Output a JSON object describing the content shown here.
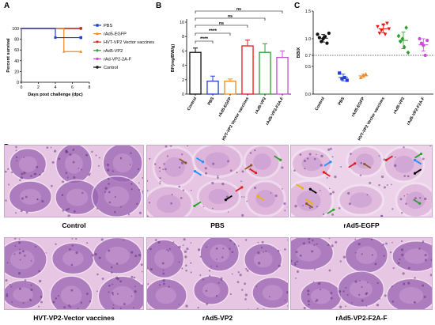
{
  "panels": {
    "a": "A",
    "b": "B",
    "c": "C",
    "d": "D"
  },
  "chart_data": [
    {
      "type": "line",
      "subtype": "kaplan-meier",
      "xlabel": "Days post challenge (dpc)",
      "ylabel": "Percent survival",
      "xlim": [
        0,
        8
      ],
      "ylim": [
        0,
        100
      ],
      "xticks": [
        "0",
        "2",
        "4",
        "6",
        "8"
      ],
      "yticks": [
        "0",
        "20",
        "40",
        "60",
        "80",
        "100"
      ],
      "legend_position": "right",
      "series": [
        {
          "name": "PBS",
          "color": "#1f3fd6",
          "x": [
            0,
            4,
            4,
            7
          ],
          "y": [
            100,
            100,
            83,
            83
          ],
          "end_marker": "square"
        },
        {
          "name": "rAd5-EGFP",
          "color": "#f08a24",
          "x": [
            0,
            5,
            5,
            7
          ],
          "y": [
            100,
            100,
            57,
            57
          ],
          "end_marker": "triangle"
        },
        {
          "name": "HVT-VP2 Vector vaccines",
          "color": "#e41a1c",
          "x": [
            0,
            7
          ],
          "y": [
            100,
            100
          ],
          "end_marker": "triangle-down"
        },
        {
          "name": "rAd5-VP2",
          "color": "#2ca02c",
          "x": [
            0,
            7
          ],
          "y": [
            100,
            100
          ],
          "end_marker": "diamond"
        },
        {
          "name": "rAd-VP2-2A-F",
          "color": "#c64fd6",
          "x": [
            0,
            7
          ],
          "y": [
            100,
            100
          ],
          "end_marker": "circle"
        },
        {
          "name": "Control",
          "color": "#111111",
          "x": [
            0,
            7
          ],
          "y": [
            100,
            100
          ],
          "end_marker": "circle"
        }
      ]
    },
    {
      "type": "bar",
      "ylabel": "BF(mg/BW/g)",
      "ylim": [
        0,
        10
      ],
      "yticks": [
        "0",
        "2",
        "4",
        "6",
        "8",
        "10"
      ],
      "categories": [
        "Control",
        "PBS",
        "rAd5-EGFP",
        "HVT-VP2 Vector vaccines",
        "rAd5-VP2",
        "rAd5-VP2-F2A-F"
      ],
      "values": [
        5.8,
        1.8,
        1.8,
        6.7,
        5.8,
        5.1
      ],
      "errors": [
        0.6,
        0.7,
        0.3,
        0.8,
        1.2,
        0.9
      ],
      "colors": [
        "#111111",
        "#1f3fd6",
        "#f08a24",
        "#e41a1c",
        "#2ca02c",
        "#c64fd6"
      ],
      "significance": [
        {
          "from": "Control",
          "to": "PBS",
          "label": "****"
        },
        {
          "from": "Control",
          "to": "rAd5-EGFP",
          "label": "****"
        },
        {
          "from": "Control",
          "to": "HVT-VP2 Vector vaccines",
          "label": "ns"
        },
        {
          "from": "Control",
          "to": "rAd5-VP2",
          "label": "ns"
        },
        {
          "from": "Control",
          "to": "rAd5-VP2-F2A-F",
          "label": "ns"
        }
      ]
    },
    {
      "type": "scatter",
      "ylabel": "BBIX",
      "ylim": [
        0,
        1.5
      ],
      "yticks": [
        "0.0",
        "0.5",
        "0.7",
        "1.0",
        "1.5"
      ],
      "threshold": 0.7,
      "categories": [
        "Control",
        "PBS",
        "rAd5-EGFP",
        "HVT-VP2 Vector vaccines",
        "rAd5-VP2",
        "rAd5-VP2-F2A-F"
      ],
      "colors": [
        "#111111",
        "#1f3fd6",
        "#f08a24",
        "#e41a1c",
        "#2ca02c",
        "#c64fd6"
      ],
      "markers": [
        "circle",
        "square",
        "triangle",
        "triangle-down",
        "diamond",
        "circle"
      ],
      "points": [
        [
          1.08,
          1.02,
          0.95,
          1.0,
          1.04,
          0.92,
          1.1
        ],
        [
          0.38,
          0.28,
          0.3,
          0.25
        ],
        [
          0.3,
          0.34,
          0.36
        ],
        [
          1.22,
          1.1,
          1.15,
          1.25,
          1.08,
          1.28,
          1.18
        ],
        [
          1.05,
          0.95,
          1.0,
          0.85,
          1.2,
          0.75
        ],
        [
          1.0,
          0.92,
          0.88,
          0.7,
          0.97
        ]
      ],
      "means": [
        1.01,
        0.3,
        0.33,
        1.18,
        0.97,
        0.89
      ],
      "sds": [
        0.07,
        0.06,
        0.03,
        0.07,
        0.15,
        0.11
      ]
    }
  ],
  "histology": {
    "captions": [
      "Control",
      "PBS",
      "rAd5-EGFP",
      "HVT-VP2-Vector vaccines",
      "rAd5-VP2",
      "rAd5-VP2-F2A-F"
    ]
  },
  "colors": {
    "tissue_bg": "#e6c6e3",
    "follicle": "#9a64b3",
    "stroma": "#f3e4f1"
  }
}
